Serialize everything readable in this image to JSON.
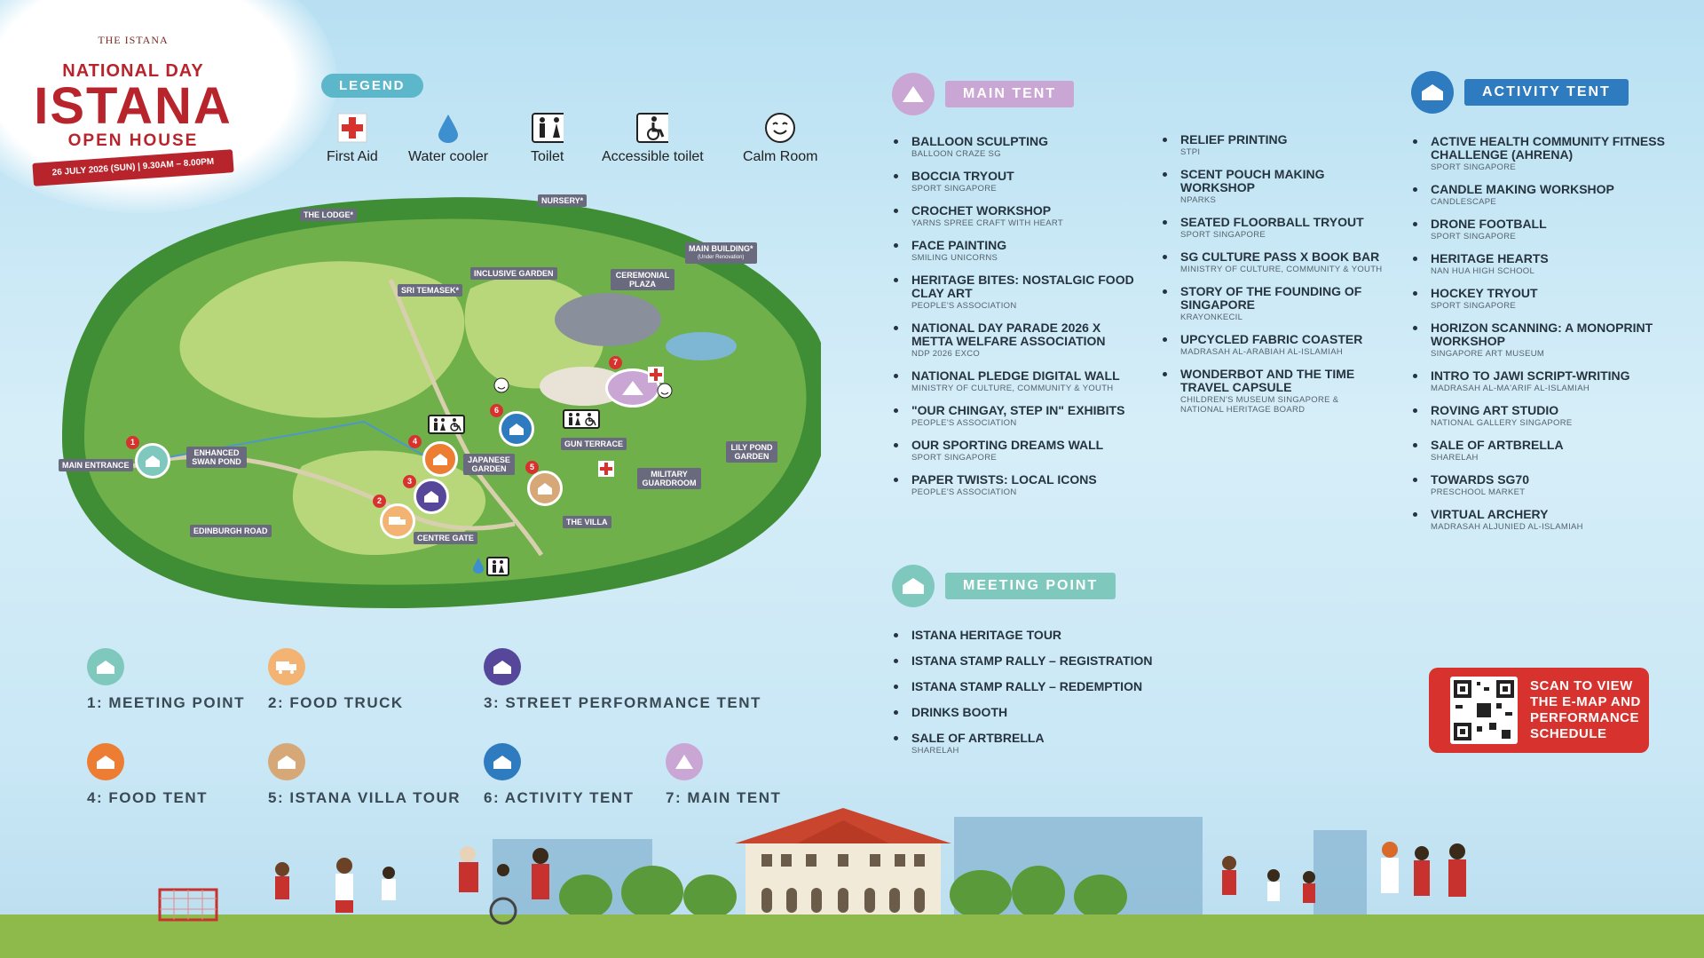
{
  "logo": {
    "crest": "THE ISTANA",
    "line1": "NATIONAL DAY",
    "line2": "ISTANA",
    "line3": "OPEN HOUSE",
    "date": "26 JULY 2026 (SUN) | 9.30AM – 8.00PM"
  },
  "legend": {
    "title": "LEGEND",
    "items": [
      {
        "label": "First Aid",
        "icon": "first-aid-icon"
      },
      {
        "label": "Water cooler",
        "icon": "water-drop-icon"
      },
      {
        "label": "Toilet",
        "icon": "toilet-icon"
      },
      {
        "label": "Accessible toilet",
        "icon": "wheelchair-icon"
      },
      {
        "label": "Calm Room",
        "icon": "smiley-icon"
      }
    ]
  },
  "map": {
    "labels": {
      "the_lodge": "THE LODGE*",
      "nursery": "NURSERY*",
      "main_building": "MAIN BUILDING*",
      "main_building_note": "(Under Renovation)",
      "inclusive_garden": "INCLUSIVE GARDEN",
      "sri_temasek": "SRI TEMASEK*",
      "ceremonial_plaza": "CEREMONIAL PLAZA",
      "main_entrance": "MAIN ENTRANCE",
      "enhanced_swan_pond": "ENHANCED SWAN POND",
      "japanese_garden": "JAPANESE GARDEN",
      "gun_terrace": "GUN TERRACE",
      "lily_pond_garden": "LILY POND GARDEN",
      "military_guardroom": "MILITARY GUARDROOM",
      "the_villa": "THE VILLA",
      "edinburgh_road": "EDINBURGH ROAD",
      "centre_gate": "CENTRE GATE"
    },
    "pins": [
      "1",
      "2",
      "3",
      "4",
      "5",
      "6",
      "7"
    ]
  },
  "key": [
    {
      "label": "1: MEETING POINT",
      "color": "#7fc8bd"
    },
    {
      "label": "2: FOOD TRUCK",
      "color": "#f3b373"
    },
    {
      "label": "3: STREET PERFORMANCE TENT",
      "color": "#56479a"
    },
    {
      "label": "4: FOOD TENT",
      "color": "#ee7d34"
    },
    {
      "label": "5: ISTANA VILLA TOUR",
      "color": "#d7a877"
    },
    {
      "label": "6: ACTIVITY TENT",
      "color": "#2f7bc0"
    },
    {
      "label": "7: MAIN TENT",
      "color": "#c9a6d4"
    }
  ],
  "main_tent": {
    "title": "MAIN TENT",
    "col1": [
      {
        "name": "BALLOON SCULPTING",
        "org": "BALLOON CRAZE SG"
      },
      {
        "name": "BOCCIA TRYOUT",
        "org": "SPORT SINGAPORE"
      },
      {
        "name": "CROCHET WORKSHOP",
        "org": "YARNS SPREE CRAFT WITH HEART"
      },
      {
        "name": "FACE PAINTING",
        "org": "SMILING UNICORNS"
      },
      {
        "name": "HERITAGE BITES: NOSTALGIC FOOD CLAY ART",
        "org": "PEOPLE'S ASSOCIATION"
      },
      {
        "name": "NATIONAL DAY PARADE 2026 X METTA WELFARE ASSOCIATION",
        "org": "NDP 2026 EXCO"
      },
      {
        "name": "NATIONAL PLEDGE DIGITAL WALL",
        "org": "MINISTRY OF CULTURE, COMMUNITY & YOUTH"
      },
      {
        "name": "\"OUR CHINGAY, STEP IN\" EXHIBITS",
        "org": "PEOPLE'S ASSOCIATION"
      },
      {
        "name": "OUR SPORTING DREAMS WALL",
        "org": "SPORT SINGAPORE"
      },
      {
        "name": "PAPER TWISTS: LOCAL ICONS",
        "org": "PEOPLE'S ASSOCIATION"
      }
    ],
    "col2": [
      {
        "name": "RELIEF PRINTING",
        "org": "STPI"
      },
      {
        "name": "SCENT POUCH MAKING WORKSHOP",
        "org": "NPARKS"
      },
      {
        "name": "SEATED FLOORBALL TRYOUT",
        "org": "SPORT SINGAPORE"
      },
      {
        "name": "SG CULTURE PASS X BOOK BAR",
        "org": "MINISTRY OF CULTURE, COMMUNITY & YOUTH"
      },
      {
        "name": "STORY OF THE FOUNDING OF SINGAPORE",
        "org": "KRAYONKECIL"
      },
      {
        "name": "UPCYCLED FABRIC COASTER",
        "org": "MADRASAH AL-ARABIAH AL-ISLAMIAH"
      },
      {
        "name": "WONDERBOT AND THE TIME TRAVEL CAPSULE",
        "org": "CHILDREN'S MUSEUM SINGAPORE & NATIONAL HERITAGE BOARD"
      }
    ]
  },
  "activity_tent": {
    "title": "ACTIVITY TENT",
    "items": [
      {
        "name": "ACTIVE HEALTH COMMUNITY FITNESS CHALLENGE (AHRENA)",
        "org": "SPORT SINGAPORE"
      },
      {
        "name": "CANDLE MAKING WORKSHOP",
        "org": "CANDLESCAPE"
      },
      {
        "name": "DRONE FOOTBALL",
        "org": "SPORT SINGAPORE"
      },
      {
        "name": "HERITAGE HEARTS",
        "org": "NAN HUA HIGH SCHOOL"
      },
      {
        "name": "HOCKEY TRYOUT",
        "org": "SPORT SINGAPORE"
      },
      {
        "name": "HORIZON SCANNING: A MONOPRINT WORKSHOP",
        "org": "SINGAPORE ART MUSEUM"
      },
      {
        "name": "INTRO TO JAWI SCRIPT-WRITING",
        "org": "MADRASAH AL-MA'ARIF AL-ISLAMIAH"
      },
      {
        "name": "ROVING ART STUDIO",
        "org": "NATIONAL GALLERY SINGAPORE"
      },
      {
        "name": "SALE OF ARTBRELLA",
        "org": "SHARELAH"
      },
      {
        "name": "TOWARDS SG70",
        "org": "PRESCHOOL MARKET"
      },
      {
        "name": "VIRTUAL ARCHERY",
        "org": "MADRASAH ALJUNIED AL-ISLAMIAH"
      }
    ]
  },
  "meeting_point": {
    "title": "MEETING POINT",
    "items": [
      {
        "name": "ISTANA HERITAGE TOUR",
        "org": ""
      },
      {
        "name": "ISTANA STAMP RALLY – REGISTRATION",
        "org": ""
      },
      {
        "name": "ISTANA STAMP RALLY – REDEMPTION",
        "org": ""
      },
      {
        "name": "DRINKS BOOTH",
        "org": ""
      },
      {
        "name": "SALE OF ARTBRELLA",
        "org": "SHARELAH"
      }
    ]
  },
  "qr": {
    "text": "SCAN TO VIEW THE E-MAP AND PERFORMANCE SCHEDULE"
  },
  "colors": {
    "brand_red": "#b8242c",
    "main_tent": "#c9a6d4",
    "activity_tent": "#2f7bc0",
    "meeting_point": "#7fc8bd"
  }
}
